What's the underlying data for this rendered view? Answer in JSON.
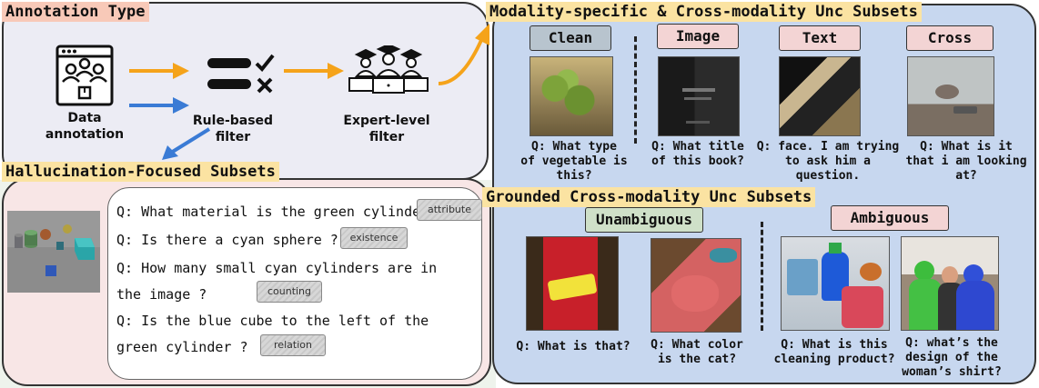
{
  "annotation": {
    "title": "Annotation Type",
    "steps": [
      {
        "label_lines": [
          "Data",
          "annotation"
        ]
      },
      {
        "label_lines": [
          "Rule-based",
          "filter"
        ]
      },
      {
        "label_lines": [
          "Expert-level",
          "filter"
        ]
      }
    ]
  },
  "hallucination": {
    "title": "Hallucination-Focused Subsets",
    "questions": [
      "Q: What material is the green cylinder?",
      "Q: Is there a cyan sphere ?",
      "Q: How many small cyan cylinders are in",
      "the image ?",
      "Q: Is the blue cube to the left of the",
      "green cylinder ?"
    ],
    "chips": [
      "attribute",
      "existence",
      "counting",
      "relation"
    ]
  },
  "modality": {
    "title": "Modality-specific & Cross-modality  Unc Subsets",
    "columns": [
      {
        "tag": "Clean",
        "q_lines": [
          "Q: What type",
          "of vegetable is",
          "this?"
        ]
      },
      {
        "tag": "Image",
        "q_lines": [
          "Q: What title",
          "of this book?"
        ]
      },
      {
        "tag": "Text",
        "q_lines": [
          "Q: face. I am trying",
          "to ask him a",
          "question."
        ]
      },
      {
        "tag": "Cross",
        "q_lines": [
          "Q: What is it",
          "that i am looking",
          "at?"
        ]
      }
    ]
  },
  "grounded": {
    "title": "Grounded Cross-modality Unc Subsets",
    "unambiguous": "Unambiguous",
    "ambiguous": "Ambiguous",
    "items": [
      {
        "q_lines": [
          "Q: What is that?"
        ]
      },
      {
        "q_lines": [
          "Q: What color",
          "is the cat?"
        ]
      },
      {
        "q_lines": [
          "Q: What is this",
          "cleaning product?"
        ]
      },
      {
        "q_lines": [
          "Q: what’s the",
          "design of the",
          "woman’s shirt?"
        ]
      }
    ]
  },
  "colors": {
    "orange_arrow": "#f5a31a",
    "blue_arrow": "#3a7bd5",
    "blue_panel": "#c7d7ef",
    "pink_panel": "#f8e6e6"
  }
}
